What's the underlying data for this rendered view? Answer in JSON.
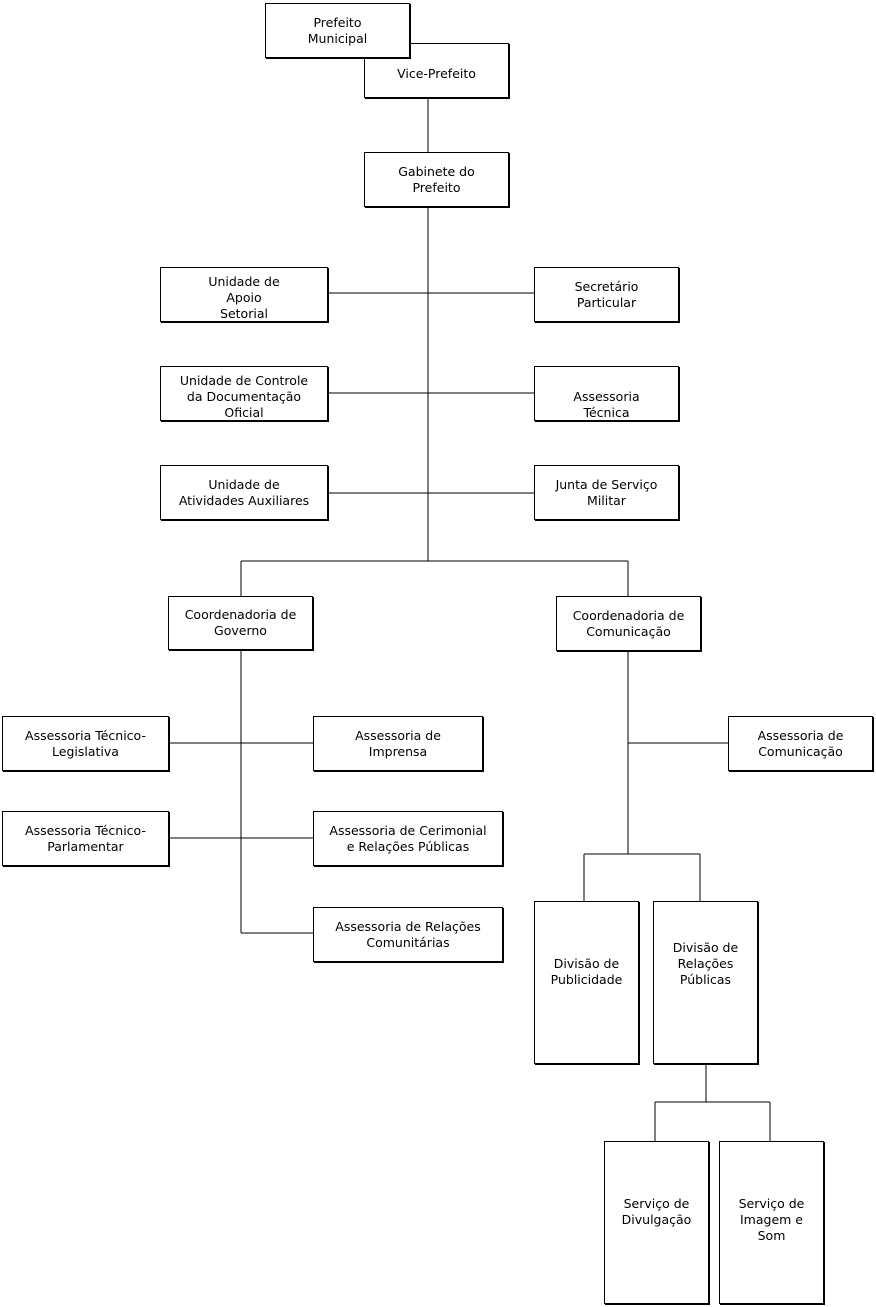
{
  "nodes": {
    "prefeito": "Prefeito\nMunicipal",
    "vice": "Vice-Prefeito",
    "gabinete": "Gabinete do\nPrefeito",
    "apoio": "Unidade de\nApoio\nSetorial",
    "secretario": "Secretário\nParticular",
    "controle": "Unidade de Controle\nda Documentação\nOficial",
    "assessoria_tecnica": "Assessoria\nTécnica",
    "auxiliares": "Unidade de\nAtividades Auxiliares",
    "junta": "Junta de Serviço\nMilitar",
    "coord_governo": "Coordenadoria de\nGoverno",
    "coord_comunicacao": "Coordenadoria de\nComunicação",
    "tec_legislativa": "Assessoria Técnico-\nLegislativa",
    "imprensa": "Assessoria de\nImprensa",
    "tec_parlamentar": "Assessoria Técnico-\nParlamentar",
    "cerimonial": "Assessoria de Cerimonial\ne Relações Públicas",
    "comunitarias": "Assessoria de Relações\nComunitárias",
    "assessoria_comunicacao": "Assessoria de\nComunicação",
    "div_publicidade": "Divisão de\nPublicidade",
    "div_relacoes": "Divisão de\nRelações\nPúblicas",
    "servico_divulgacao": "Serviço de\nDivulgação",
    "servico_imagem": "Serviço de\nImagem e\nSom"
  }
}
